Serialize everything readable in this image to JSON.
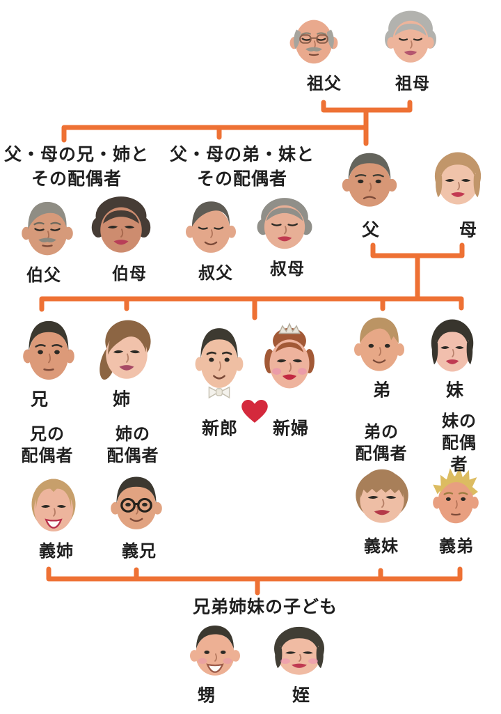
{
  "colors": {
    "connector": "#ee7134",
    "heart": "#d4293c",
    "text": "#1f1f1f",
    "background": "#ffffff"
  },
  "labels": {
    "older_uncles_group": "父・母の兄・姉と\nその配偶者",
    "younger_uncles_group": "父・母の弟・妹と\nその配偶者",
    "children_group": "兄弟姉妹の子ども",
    "ani_spouse": "兄の\n配偶者",
    "ane_spouse": "姉の\n配偶者",
    "otouto_spouse": "弟の\n配偶者",
    "imouto_spouse": "妹の\n配偶者"
  },
  "icons": {
    "heart": "heart-icon",
    "faces": "watercolor-portrait-icons"
  },
  "people": [
    {
      "id": "sofu",
      "name": "grandfather",
      "label": "祖父",
      "face": {
        "skin": "#e9a98d",
        "hair": "#a6a49d",
        "style": "bald-side",
        "eyes": "droop",
        "brows": "#8b8374",
        "glasses": "thin",
        "glassColor": "#8a5f4b",
        "mustache": "#98968c",
        "mouth": "neutral"
      }
    },
    {
      "id": "sobo",
      "name": "grandmother",
      "label": "祖母",
      "face": {
        "skin": "#edb49b",
        "hair": "#b2b2ae",
        "style": "curly-big",
        "eyes": "droop",
        "mouth": "lips",
        "lip": "#b4566e"
      }
    },
    {
      "id": "hakufu",
      "name": "elder-uncle",
      "label": "伯父",
      "face": {
        "skin": "#d69a7a",
        "hair": "#8f8d84",
        "style": "swept",
        "eyes": "droop",
        "brows": "#6f6a5d",
        "mustache": "#8a887e",
        "mouth": "neutral"
      }
    },
    {
      "id": "hakubo",
      "name": "elder-aunt",
      "label": "伯母",
      "face": {
        "skin": "#cd8c6f",
        "hair": "#463c35",
        "style": "curly-big",
        "eyes": "lash",
        "mouth": "lips",
        "lip": "#b83f58",
        "ears": false
      }
    },
    {
      "id": "shukufu",
      "name": "younger-uncle",
      "label": "叔父",
      "face": {
        "skin": "#e3a78a",
        "hair": "#5f5c55",
        "style": "side-part",
        "eyes": "droop",
        "mouth": "smile"
      }
    },
    {
      "id": "shukubo",
      "name": "younger-aunt",
      "label": "叔母",
      "face": {
        "skin": "#e7af96",
        "hair": "#908f89",
        "style": "wavy-mid",
        "eyes": "droop",
        "mouth": "lips",
        "lip": "#c03a50",
        "ears": false
      }
    },
    {
      "id": "chichi",
      "name": "father",
      "label": "父",
      "face": {
        "skin": "#d79776",
        "hair": "#64645c",
        "style": "short",
        "eyes": "dot",
        "brows": "#403d33",
        "mouth": "frown"
      }
    },
    {
      "id": "haha",
      "name": "mother",
      "label": "母",
      "face": {
        "skin": "#f0c3aa",
        "hair": "#c1966a",
        "style": "bob",
        "eyes": "lash",
        "mouth": "lips",
        "lip": "#c23a52",
        "ears": false
      }
    },
    {
      "id": "ani",
      "name": "older-brother",
      "label": "兄",
      "face": {
        "skin": "#dc9a79",
        "hair": "#3b382f",
        "style": "short",
        "eyes": "dot",
        "brows": "#33302a",
        "mouth": "neutral"
      }
    },
    {
      "id": "ane",
      "name": "older-sister",
      "label": "姉",
      "face": {
        "skin": "#f1c2ab",
        "hair": "#8c6543",
        "style": "side-long",
        "eyes": "lash",
        "mouth": "lips",
        "lip": "#a84a66",
        "ears": false
      }
    },
    {
      "id": "shinro",
      "name": "groom",
      "label": "新郎",
      "face": {
        "skin": "#efbfa3",
        "hair": "#3d3a31",
        "style": "short",
        "eyes": "dot",
        "brows": "#332f28",
        "mouth": "smile",
        "bowtie": true
      }
    },
    {
      "id": "shinpu",
      "name": "bride",
      "label": "新婦",
      "face": {
        "skin": "#eeb39d",
        "hair": "#a25936",
        "style": "updo",
        "eyes": "lash",
        "blush": "#e98cb0",
        "mouth": "lips",
        "lip": "#c22941",
        "tiara": true,
        "ears": false
      }
    },
    {
      "id": "otouto",
      "name": "younger-brother",
      "label": "弟",
      "face": {
        "skin": "#e7a887",
        "hair": "#bb9464",
        "style": "messy",
        "eyes": "dot",
        "mouth": "smile"
      }
    },
    {
      "id": "imouto",
      "name": "younger-sister",
      "label": "妹",
      "face": {
        "skin": "#f1bfad",
        "hair": "#38352d",
        "style": "bob",
        "eyes": "lash",
        "mouth": "lips",
        "lip": "#bf3a52",
        "ears": false
      }
    },
    {
      "id": "gishi",
      "name": "elder-sister-in-law",
      "label": "義姉",
      "face": {
        "skin": "#edb59d",
        "hair": "#c79f6b",
        "style": "mid-long",
        "eyes": "lash",
        "mouth": "teeth",
        "lip": "#b7304b",
        "ears": false
      }
    },
    {
      "id": "gikei",
      "name": "elder-brother-in-law",
      "label": "義兄",
      "face": {
        "skin": "#e1a381",
        "hair": "#3c3830",
        "style": "short",
        "eyes": "dot",
        "glasses": "round",
        "mouth": "smile"
      }
    },
    {
      "id": "gimai",
      "name": "younger-sister-in-law",
      "label": "義妹",
      "face": {
        "skin": "#eebea5",
        "hair": "#a87f59",
        "style": "bangs",
        "eyes": "lash",
        "mouth": "lips",
        "lip": "#b43949",
        "ears": false
      }
    },
    {
      "id": "gitei",
      "name": "younger-brother-in-law",
      "label": "義弟",
      "face": {
        "skin": "#e89f80",
        "hair": "#dcbc61",
        "style": "spiky",
        "eyes": "dot",
        "brows": "#9b7c40",
        "mouth": "neutral"
      }
    },
    {
      "id": "oi",
      "name": "nephew",
      "label": "甥",
      "face": {
        "skin": "#edb094",
        "hair": "#3b382f",
        "style": "boy",
        "eyes": "dot",
        "blush": "#e79aaa",
        "mouth": "teeth",
        "lip": "#9c5a48"
      }
    },
    {
      "id": "mei",
      "name": "niece",
      "label": "姪",
      "face": {
        "skin": "#f0bba3",
        "hair": "#413e35",
        "style": "bob",
        "eyes": "lash",
        "blush": "#ee92b4",
        "mouth": "lips",
        "lip": "#bf3a52",
        "ears": false
      }
    }
  ]
}
